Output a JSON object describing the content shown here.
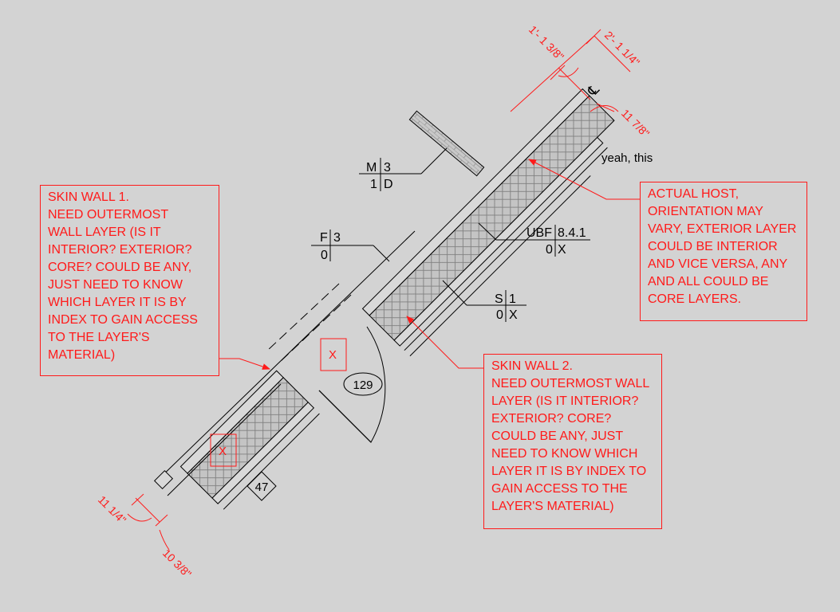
{
  "notes": {
    "skin_wall_1": {
      "lines": [
        "SKIN WALL 1.",
        "NEED OUTERMOST",
        "WALL LAYER (IS IT",
        "INTERIOR? EXTERIOR?",
        "CORE? COULD BE ANY,",
        "JUST NEED TO KNOW",
        "WHICH LAYER IT IS BY",
        "INDEX TO GAIN ACCESS",
        "TO THE LAYER'S",
        "MATERIAL)"
      ]
    },
    "actual_host": {
      "lines": [
        "ACTUAL HOST,",
        "ORIENTATION MAY",
        "VARY, EXTERIOR LAYER",
        "COULD BE INTERIOR",
        "AND VICE VERSA, ANY",
        "AND ALL COULD BE",
        "CORE LAYERS."
      ]
    },
    "skin_wall_2": {
      "lines": [
        "SKIN WALL 2.",
        "NEED OUTERMOST WALL",
        "LAYER (IS IT INTERIOR?",
        "EXTERIOR? CORE?",
        "COULD BE ANY, JUST",
        "NEED TO KNOW WHICH",
        "LAYER IT IS BY INDEX TO",
        "GAIN ACCESS TO THE",
        "LAYER'S MATERIAL)"
      ]
    }
  },
  "comment": "yeah, this",
  "dimensions": {
    "d1": "1'- 1 3/8\"",
    "d2": "2'- 1 1/4\"",
    "d3": "11 7/8\"",
    "d4": "11 1/4\"",
    "d5": "10 3/8\""
  },
  "centerline_symbol": "℄",
  "tags": {
    "m": {
      "top_left": "M",
      "top_right": "3",
      "bottom_left": "1",
      "bottom_right": "D"
    },
    "f": {
      "top_left": "F",
      "top_right": "3",
      "bottom_left": "0",
      "bottom_right": ""
    },
    "ubf": {
      "top_left": "UBF",
      "top_right": "8.4.1",
      "bottom_left": "0",
      "bottom_right": "X"
    },
    "s": {
      "top_left": "S",
      "top_right": "1",
      "bottom_left": "0",
      "bottom_right": "X"
    }
  },
  "markers": {
    "x1": "X",
    "x2": "X",
    "room": "129",
    "door": "47"
  },
  "colors": {
    "background": "#d3d3d3",
    "annotation": "#ff1a1a",
    "linework": "#000000",
    "hatch": "#9a9a9a"
  }
}
